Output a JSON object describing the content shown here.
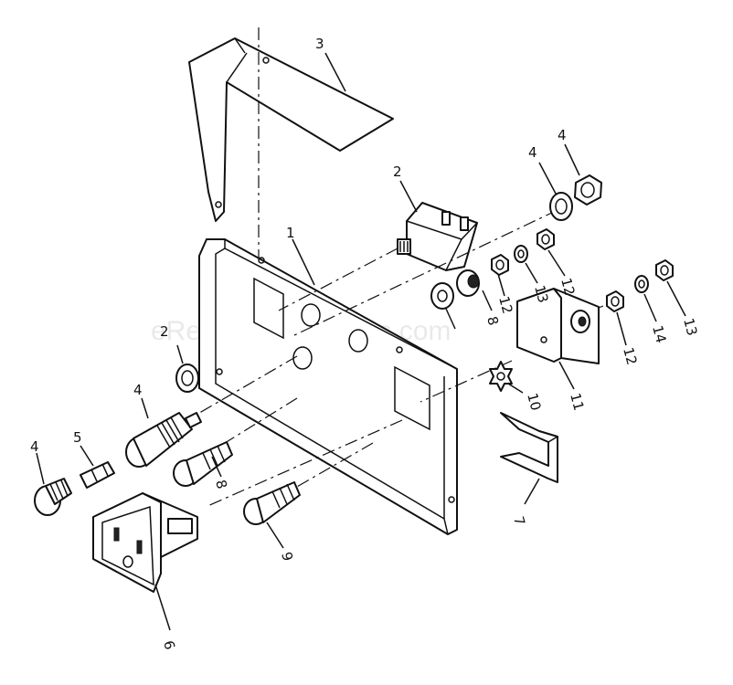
{
  "watermark": "eReplacementParts.com",
  "callouts": [
    {
      "id": "c1",
      "label": "1"
    },
    {
      "id": "c2a",
      "label": "2"
    },
    {
      "id": "c2b",
      "label": "2"
    },
    {
      "id": "c3",
      "label": "3"
    },
    {
      "id": "c4a",
      "label": "4"
    },
    {
      "id": "c4b",
      "label": "4"
    },
    {
      "id": "c4c",
      "label": "4"
    },
    {
      "id": "c4d",
      "label": "4"
    },
    {
      "id": "c5",
      "label": "5"
    },
    {
      "id": "c6",
      "label": "6"
    },
    {
      "id": "c7",
      "label": "7"
    },
    {
      "id": "c8a",
      "label": "8"
    },
    {
      "id": "c8b",
      "label": "8"
    },
    {
      "id": "c9",
      "label": "9"
    },
    {
      "id": "c10",
      "label": "10"
    },
    {
      "id": "c11",
      "label": "11"
    },
    {
      "id": "c12a",
      "label": "12"
    },
    {
      "id": "c12b",
      "label": "12"
    },
    {
      "id": "c12c",
      "label": "12"
    },
    {
      "id": "c13a",
      "label": "13"
    },
    {
      "id": "c13b",
      "label": "13"
    },
    {
      "id": "c14",
      "label": "14"
    }
  ]
}
